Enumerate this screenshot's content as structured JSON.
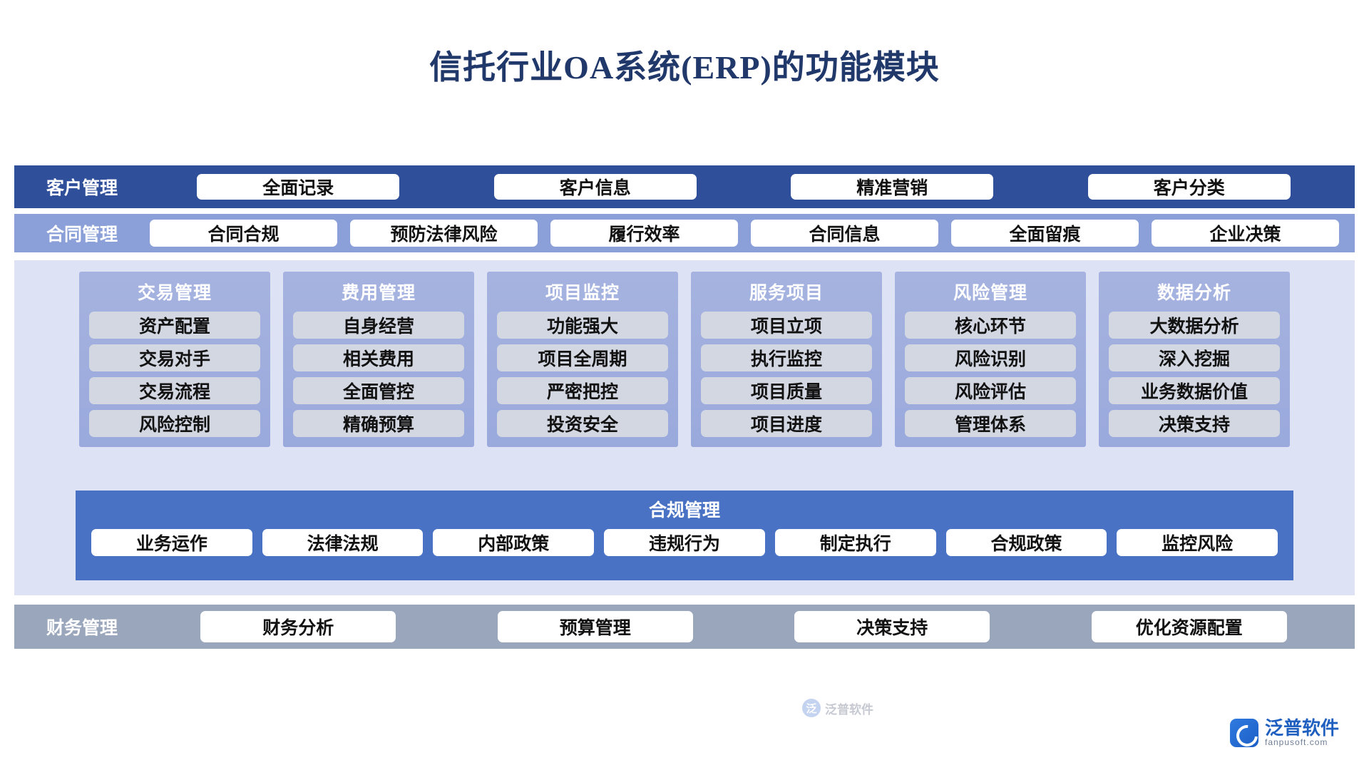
{
  "title": "信托行业OA系统(ERP)的功能模块",
  "colors": {
    "title_text": "#21386b",
    "customer_band": "#2f4f9b",
    "contract_band": "#8ba0d8",
    "middle_panel": "#dde3f4",
    "column_card": "#a6b3e0",
    "column_item": "#d2d7e2",
    "compliance_band": "#4a72c4",
    "finance_band": "#9aa6bb",
    "brand": "#1f5fc0"
  },
  "customer_row": {
    "label": "客户管理",
    "items": [
      "全面记录",
      "客户信息",
      "精准营销",
      "客户分类"
    ]
  },
  "contract_row": {
    "label": "合同管理",
    "items": [
      "合同合规",
      "预防法律风险",
      "履行效率",
      "合同信息",
      "全面留痕",
      "企业决策"
    ]
  },
  "columns": [
    {
      "title": "交易管理",
      "items": [
        "资产配置",
        "交易对手",
        "交易流程",
        "风险控制"
      ]
    },
    {
      "title": "费用管理",
      "items": [
        "自身经营",
        "相关费用",
        "全面管控",
        "精确预算"
      ]
    },
    {
      "title": "项目监控",
      "items": [
        "功能强大",
        "项目全周期",
        "严密把控",
        "投资安全"
      ]
    },
    {
      "title": "服务项目",
      "items": [
        "项目立项",
        "执行监控",
        "项目质量",
        "项目进度"
      ]
    },
    {
      "title": "风险管理",
      "items": [
        "核心环节",
        "风险识别",
        "风险评估",
        "管理体系"
      ]
    },
    {
      "title": "数据分析",
      "items": [
        "大数据分析",
        "深入挖掘",
        "业务数据价值",
        "决策支持"
      ]
    }
  ],
  "compliance": {
    "title": "合规管理",
    "items": [
      "业务运作",
      "法律法规",
      "内部政策",
      "违规行为",
      "制定执行",
      "合规政策",
      "监控风险"
    ]
  },
  "finance_row": {
    "label": "财务管理",
    "items": [
      "财务分析",
      "预算管理",
      "决策支持",
      "优化资源配置"
    ]
  },
  "watermark": {
    "mark": "泛",
    "text": "泛普软件"
  },
  "logo": {
    "name": "泛普软件",
    "sub": "fanpusoft.com"
  }
}
